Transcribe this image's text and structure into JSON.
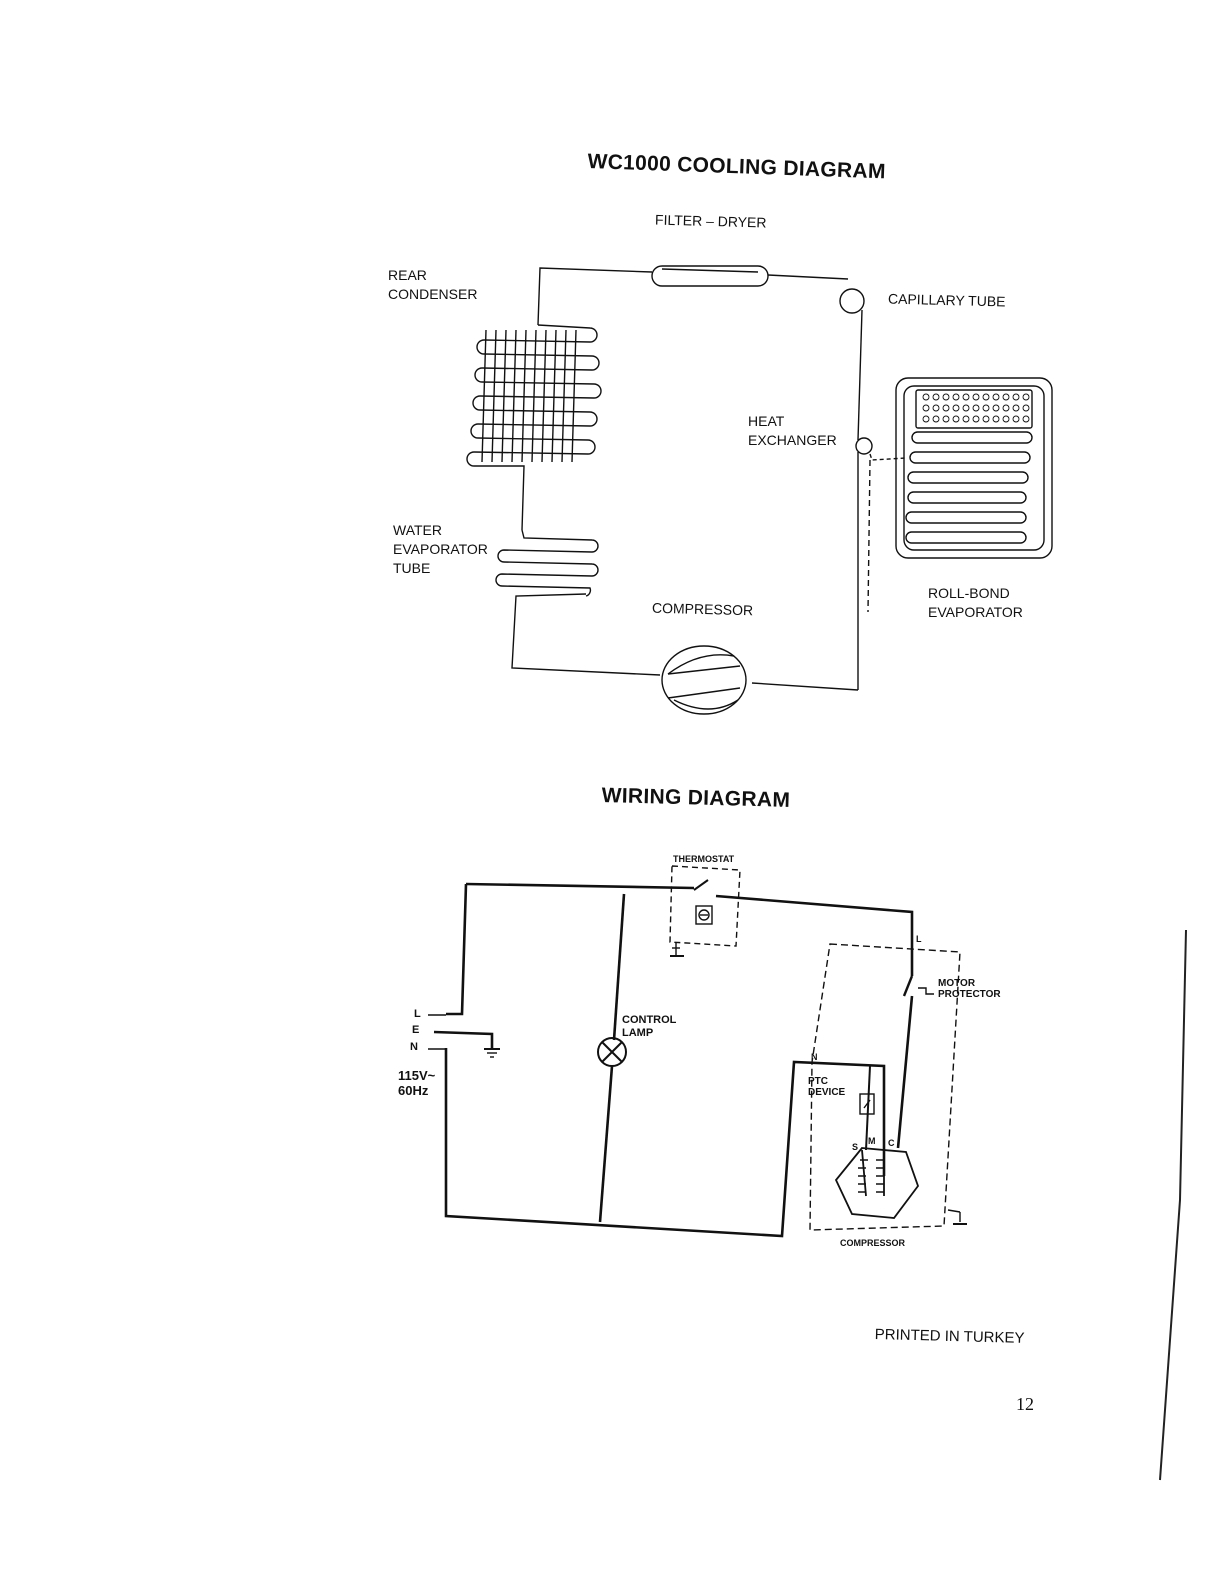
{
  "cooling": {
    "title": "WC1000 COOLING DIAGRAM",
    "labels": {
      "filter_dryer": "FILTER – DRYER",
      "rear_condenser": [
        "REAR",
        "CONDENSER"
      ],
      "capillary_tube": "CAPILLARY TUBE",
      "heat_exchanger": [
        "HEAT",
        "EXCHANGER"
      ],
      "water_evaporator": [
        "WATER",
        "EVAPORATOR",
        "TUBE"
      ],
      "compressor": "COMPRESSOR",
      "roll_bond": [
        "ROLL-BOND",
        "EVAPORATOR"
      ]
    }
  },
  "wiring": {
    "title": "WIRING DIAGRAM",
    "labels": {
      "thermostat": "THERMOSTAT",
      "line": "L",
      "earth": "E",
      "neutral": "N",
      "voltage": "115V~",
      "frequency": "60Hz",
      "control_lamp": [
        "CONTROL",
        "LAMP"
      ],
      "motor_protector": [
        "MOTOR",
        "PROTECTOR"
      ],
      "ptc_device": [
        "PTC",
        "DEVICE"
      ],
      "terminal_l": "L",
      "terminal_n": "N",
      "terminal_s": "S",
      "terminal_m": "M",
      "terminal_c": "C",
      "compressor": "COMPRESSOR"
    }
  },
  "footer": {
    "printed_in": "PRINTED IN TURKEY",
    "page_number": "12"
  }
}
